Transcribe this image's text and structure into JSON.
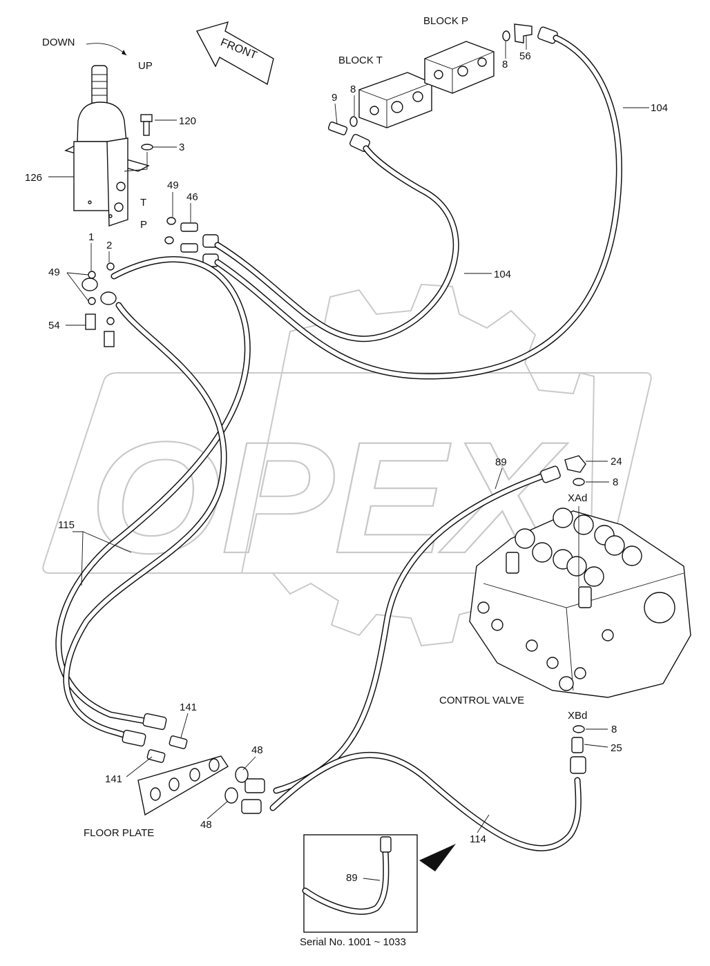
{
  "watermark": "OPEX",
  "direction": {
    "front": "FRONT",
    "down": "DOWN",
    "up": "UP"
  },
  "blocks": {
    "block_t": "BLOCK T",
    "block_p": "BLOCK P"
  },
  "ports": {
    "t": "T",
    "p": "P",
    "one": "1",
    "two": "2",
    "xad": "XAd",
    "xbd": "XBd"
  },
  "callouts": {
    "c126": "126",
    "c120": "120",
    "c3": "3",
    "c49a": "49",
    "c46": "46",
    "c49b": "49",
    "c54": "54",
    "c9": "9",
    "c8a": "8",
    "c8b": "8",
    "c56": "56",
    "c104a": "104",
    "c104b": "104",
    "c89a": "89",
    "c24": "24",
    "c8c": "8",
    "c115": "115",
    "c141a": "141",
    "c141b": "141",
    "c48a": "48",
    "c48b": "48",
    "c8d": "8",
    "c25": "25",
    "c114": "114",
    "c89b": "89"
  },
  "captions": {
    "control_valve": "CONTROL VALVE",
    "floor_plate": "FLOOR PLATE",
    "serial": "Serial No. 1001 ~ 1033"
  },
  "colors": {
    "line": "#111111",
    "watermark": "#c9c9c9",
    "background": "#ffffff"
  }
}
